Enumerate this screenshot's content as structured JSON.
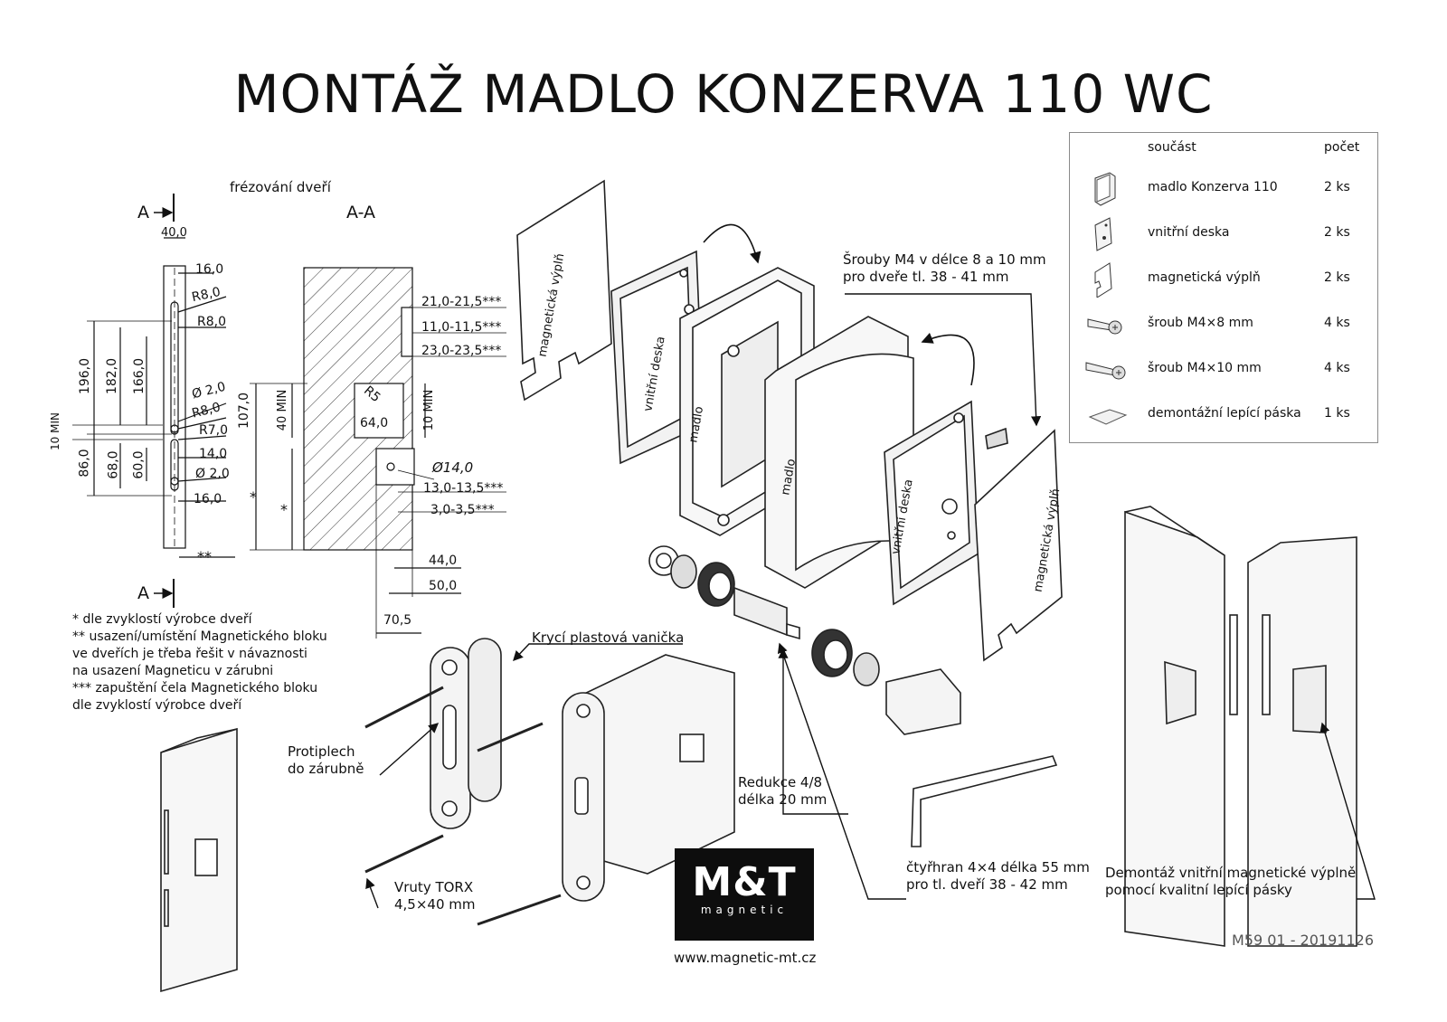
{
  "title": "MONTÁŽ MADLO KONZERVA 110  WC",
  "drawing": {
    "section_marker": "A",
    "section_label": "A-A",
    "milling_label": "frézování dveří",
    "dims_left": [
      "40,0",
      "16,0",
      "R8,0",
      "R8,0",
      "196,0",
      "182,0",
      "166,0",
      "Ø 2,0",
      "R8,0",
      "R7,0",
      "14,0",
      "86,0",
      "68,0",
      "60,0",
      "Ø 2,0",
      "16,0",
      "10 MIN",
      "**"
    ],
    "dims_right": [
      "21,0-21,5***",
      "11,0-11,5***",
      "23,0-23,5***",
      "R5",
      "64,0",
      "10 MIN",
      "107,0",
      "40 MIN",
      "Ø14,0",
      "13,0-13,5***",
      "3,0-3,5***",
      "*",
      "*",
      "44,0",
      "50,0",
      "70,5"
    ]
  },
  "notes": [
    "*  dle zvyklostí výrobce dveří",
    "** usazení/umístění Magnetického bloku",
    "ve dveřích je třeba řešit v návaznosti",
    "na usazení Magneticu v zárubni",
    "*** zapuštění čela Magnetického bloku",
    "dle zvyklostí výrobce dveří"
  ],
  "labels": {
    "screws_m4": [
      "Šrouby M4 v délce 8 a 10 mm",
      "pro dveře tl. 38 - 41 mm"
    ],
    "plastic_cover": "Krycí plastová vanička",
    "strike_plate": [
      "Protiplech",
      "do zárubně"
    ],
    "reducer": [
      "Redukce 4/8",
      "délka 20 mm"
    ],
    "torx": [
      "Vruty TORX",
      "4,5×40 mm"
    ],
    "square_rod": [
      "čtyřhran 4×4 délka 55 mm",
      "pro tl. dveří 38 - 42 mm"
    ],
    "dismount": [
      "Demontáž vnitřní magnetické výplně",
      "pomocí kvalitní lepící pásky"
    ],
    "part_magnetic_fill": "magnetická výplň",
    "part_inner_plate": "vnitřní deska",
    "part_handle": "madlo"
  },
  "parts_table": {
    "header_part": "součást",
    "header_count": "počet",
    "rows": [
      {
        "icon": "handle-icon",
        "name": "madlo Konzerva 110",
        "count": "2 ks"
      },
      {
        "icon": "inner-plate-icon",
        "name": "vnitřní deska",
        "count": "2 ks"
      },
      {
        "icon": "magnetic-fill-icon",
        "name": "magnetická výplň",
        "count": "2 ks"
      },
      {
        "icon": "screw-icon",
        "name": "šroub M4×8 mm",
        "count": "4 ks"
      },
      {
        "icon": "screw-long-icon",
        "name": "šroub M4×10 mm",
        "count": "4 ks"
      },
      {
        "icon": "tape-icon",
        "name": "demontážní lepící páska",
        "count": "1 ks"
      }
    ]
  },
  "logo": {
    "main": "M&T",
    "sub": "magnetic"
  },
  "url": "www.magnetic-mt.cz",
  "doc_code": "M59 01 - 20191126"
}
